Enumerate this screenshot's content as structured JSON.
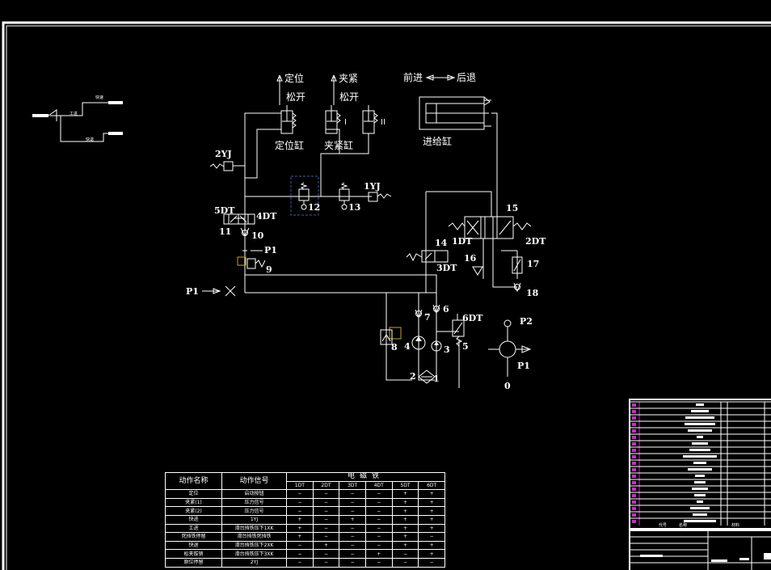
{
  "legend_step": {
    "top_label": "快速",
    "mid_label": "工进",
    "bottom_label": "快退"
  },
  "top_labels": {
    "locate": "定位",
    "locate_release": "松开",
    "clamp": "夹紧",
    "clamp_release": "松开",
    "forward": "前进",
    "backward": "后退"
  },
  "cylinders": {
    "locate": "定位缸",
    "clamp": "夹紧缸",
    "clamp_1": "I",
    "clamp_2": "II",
    "feed": "进给缸"
  },
  "components": {
    "yj2": "2YJ",
    "yj1": "1YJ",
    "dt5": "5DT",
    "dt4": "4DT",
    "dt1": "1DT",
    "dt2": "2DT",
    "dt3": "3DT",
    "dt6": "6DT",
    "n1": "1",
    "n2": "2",
    "n3": "3",
    "n4": "4",
    "n5": "5",
    "n6": "6",
    "n7": "7",
    "n8": "8",
    "n9": "9",
    "n10": "10",
    "n11": "11",
    "n12": "12",
    "n13": "13",
    "n14": "14",
    "n15": "15",
    "n16": "16",
    "n17": "17",
    "n18": "18",
    "p1_gauge": "P1",
    "p1_left": "P1",
    "p1_pump": "P1",
    "p2": "P2",
    "zero": "0"
  },
  "action_table": {
    "col_action": "动作名称",
    "col_signal": "动作信号",
    "col_solenoid": "电磁铁",
    "solenoids": [
      "1DT",
      "2DT",
      "3DT",
      "4DT",
      "5DT",
      "6DT"
    ],
    "rows": [
      {
        "name": "定位",
        "signal": "启动按钮",
        "v": [
          "−",
          "−",
          "−",
          "−",
          "+",
          "+"
        ]
      },
      {
        "name": "夹紧(1)",
        "signal": "压力信号",
        "v": [
          "−",
          "−",
          "−",
          "−",
          "+",
          "+"
        ]
      },
      {
        "name": "夹紧(2)",
        "signal": "压力信号",
        "v": [
          "−",
          "−",
          "−",
          "−",
          "+",
          "+"
        ]
      },
      {
        "name": "快进",
        "signal": "1YJ",
        "v": [
          "+",
          "−",
          "+",
          "−",
          "+",
          "+"
        ]
      },
      {
        "name": "工进",
        "signal": "滑台挡铁压下1XK",
        "v": [
          "+",
          "−",
          "−",
          "−",
          "+",
          "+"
        ]
      },
      {
        "name": "死挡铁停留",
        "signal": "滑台挡铁死挡铁",
        "v": [
          "+",
          "−",
          "−",
          "−",
          "+",
          "−"
        ]
      },
      {
        "name": "快退",
        "signal": "滑台挡铁压下2XK",
        "v": [
          "−",
          "+",
          "−",
          "−",
          "+",
          "+"
        ]
      },
      {
        "name": "松夹拔销",
        "signal": "滑台挡铁压下3XK",
        "v": [
          "−",
          "−",
          "−",
          "+",
          "−",
          "+"
        ]
      },
      {
        "name": "原位停留",
        "signal": "2YJ",
        "v": [
          "−",
          "−",
          "−",
          "−",
          "−",
          "−"
        ]
      }
    ]
  },
  "title_block": {
    "header_code": "代号",
    "header_name": "名称",
    "header_material": "材料"
  }
}
